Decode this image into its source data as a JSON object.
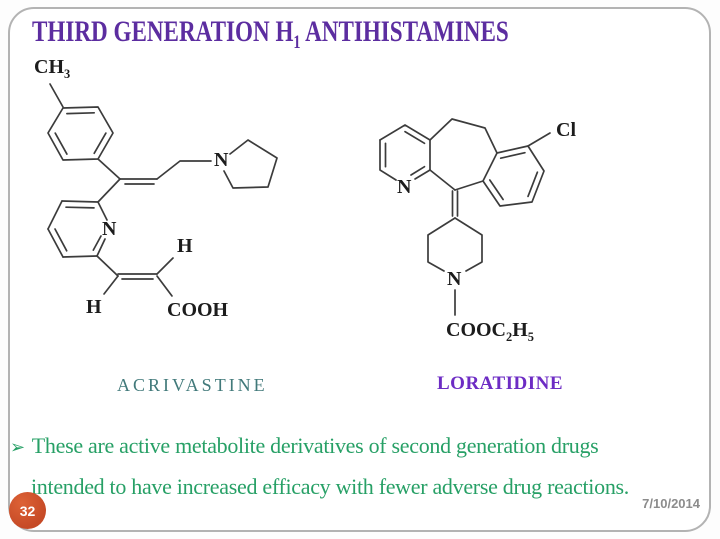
{
  "slide": {
    "title": {
      "prefix": "THIRD GENERATION H",
      "subscript": "1",
      "suffix": " ANTIHISTAMINES"
    },
    "bullet": {
      "marker": "➢",
      "line1": "These are active metabolite derivatives of second generation drugs",
      "line2": "intended to have increased efficacy with fewer adverse drug reactions."
    },
    "page_number": "32",
    "date": "7/10/2014"
  },
  "molecules": {
    "acrivastine": {
      "name": "ACRIVASTINE",
      "labels": {
        "methyl_prefix": "CH",
        "methyl_sub": "3",
        "pyrrolidine_n": "N",
        "pyridine_n": "N",
        "vinyl_h_upper": "H",
        "vinyl_h_lower": "H",
        "carboxyl": "COOH"
      }
    },
    "loratidine": {
      "name": "LORATIDINE",
      "labels": {
        "chloro": "Cl",
        "pyridine_n": "N",
        "piperidine_n": "N",
        "ester_prefix": "COOC",
        "ester_sub1": "2",
        "ester_h": "H",
        "ester_sub2": "5"
      }
    }
  },
  "colors": {
    "title": "#5c2da0",
    "bullet_text": "#27a066",
    "acrivastine_label": "#41797a",
    "loratidine_label": "#6d2cc4",
    "badge_bg": "#c64a26",
    "date_text": "#8c8c8c",
    "bond": "#3c3c3c",
    "border": "#b3b3b3"
  }
}
